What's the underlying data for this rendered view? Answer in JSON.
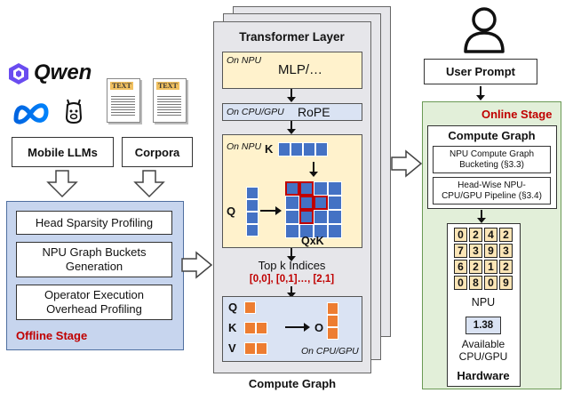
{
  "left": {
    "logo_qwen": "Qwen",
    "doc_badge": "TEXT",
    "mobile_llms": "Mobile LLMs",
    "corpora": "Corpora",
    "offline_items": [
      "Head Sparsity Profiling",
      "NPU Graph Buckets Generation",
      "Operator Execution Overhead Profiling"
    ],
    "offline_stage": "Offline Stage"
  },
  "center": {
    "title": "Transformer Layer",
    "mlp_tag": "On NPU",
    "mlp": "MLP/…",
    "rope_tag": "On CPU/GPU",
    "rope": "RoPE",
    "attn_tag": "On NPU",
    "k": "K",
    "q": "Q",
    "qxk": "QxK",
    "topk": "Top k Indices",
    "indices": "[0,0], [0,1]…, [2,1]",
    "bottom_q": "Q",
    "bottom_k": "K",
    "bottom_v": "V",
    "bottom_o": "O",
    "bottom_tag": "On CPU/GPU",
    "caption": "Compute Graph"
  },
  "right": {
    "user_prompt": "User Prompt",
    "online_stage": "Online Stage",
    "compute_graph": "Compute Graph",
    "bucketing": "NPU Compute Graph Bucketing (§3.3)",
    "pipeline": "Head-Wise NPU-CPU/GPU Pipeline (§3.4)",
    "npu_grid": [
      [
        "0",
        "2",
        "4",
        "2"
      ],
      [
        "7",
        "3",
        "9",
        "3"
      ],
      [
        "6",
        "2",
        "1",
        "2"
      ],
      [
        "0",
        "8",
        "0",
        "9"
      ]
    ],
    "npu_label": "NPU",
    "cpu_value": "1.38",
    "cpu_label": "Available CPU/GPU",
    "hardware": "Hardware"
  },
  "colors": {
    "blue_cell": "#4472c4",
    "orange_cell": "#ed7d31",
    "offline_bg": "#c7d5ee",
    "online_bg": "#e2efd9",
    "npu_bg": "#fff2cc",
    "cpu_bg": "#dae3f3",
    "stack_bg": "#e6e6ea",
    "accent_red": "#c00000"
  }
}
